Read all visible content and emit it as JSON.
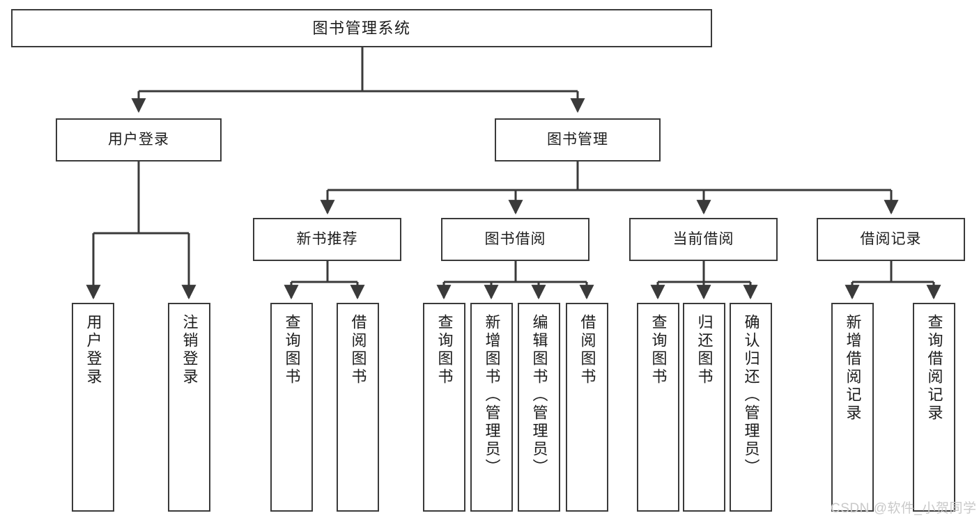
{
  "diagram": {
    "type": "tree",
    "title": "图书管理系统",
    "orientation": "top-down",
    "colors": {
      "box_border": "#3a3a3a",
      "box_fill": "#ffffff",
      "edge": "#3a3a3a",
      "text": "#1c1c1c",
      "watermark": "#c9c9c9",
      "background": "#ffffff"
    }
  },
  "root": {
    "label": "图书管理系统"
  },
  "level1": [
    {
      "label": "用户登录"
    },
    {
      "label": "图书管理"
    }
  ],
  "level2": [
    {
      "label": "新书推荐"
    },
    {
      "label": "图书借阅"
    },
    {
      "label": "当前借阅"
    },
    {
      "label": "借阅记录"
    }
  ],
  "leaves": {
    "user_login": [
      {
        "label": "用户登录"
      },
      {
        "label": "注销登录"
      }
    ],
    "new_book": [
      {
        "label": "查询图书"
      },
      {
        "label": "借阅图书"
      }
    ],
    "book_borrow": [
      {
        "label": "查询图书"
      },
      {
        "label": "新增图书（管理员）"
      },
      {
        "label": "编辑图书（管理员）"
      },
      {
        "label": "借阅图书"
      }
    ],
    "current_borrow": [
      {
        "label": "查询图书"
      },
      {
        "label": "归还图书"
      },
      {
        "label": "确认归还（管理员）"
      }
    ],
    "borrow_record": [
      {
        "label": "新增借阅记录"
      },
      {
        "label": "查询借阅记录"
      }
    ]
  },
  "watermark": {
    "text": "CSDN @软件_小贺同学"
  }
}
